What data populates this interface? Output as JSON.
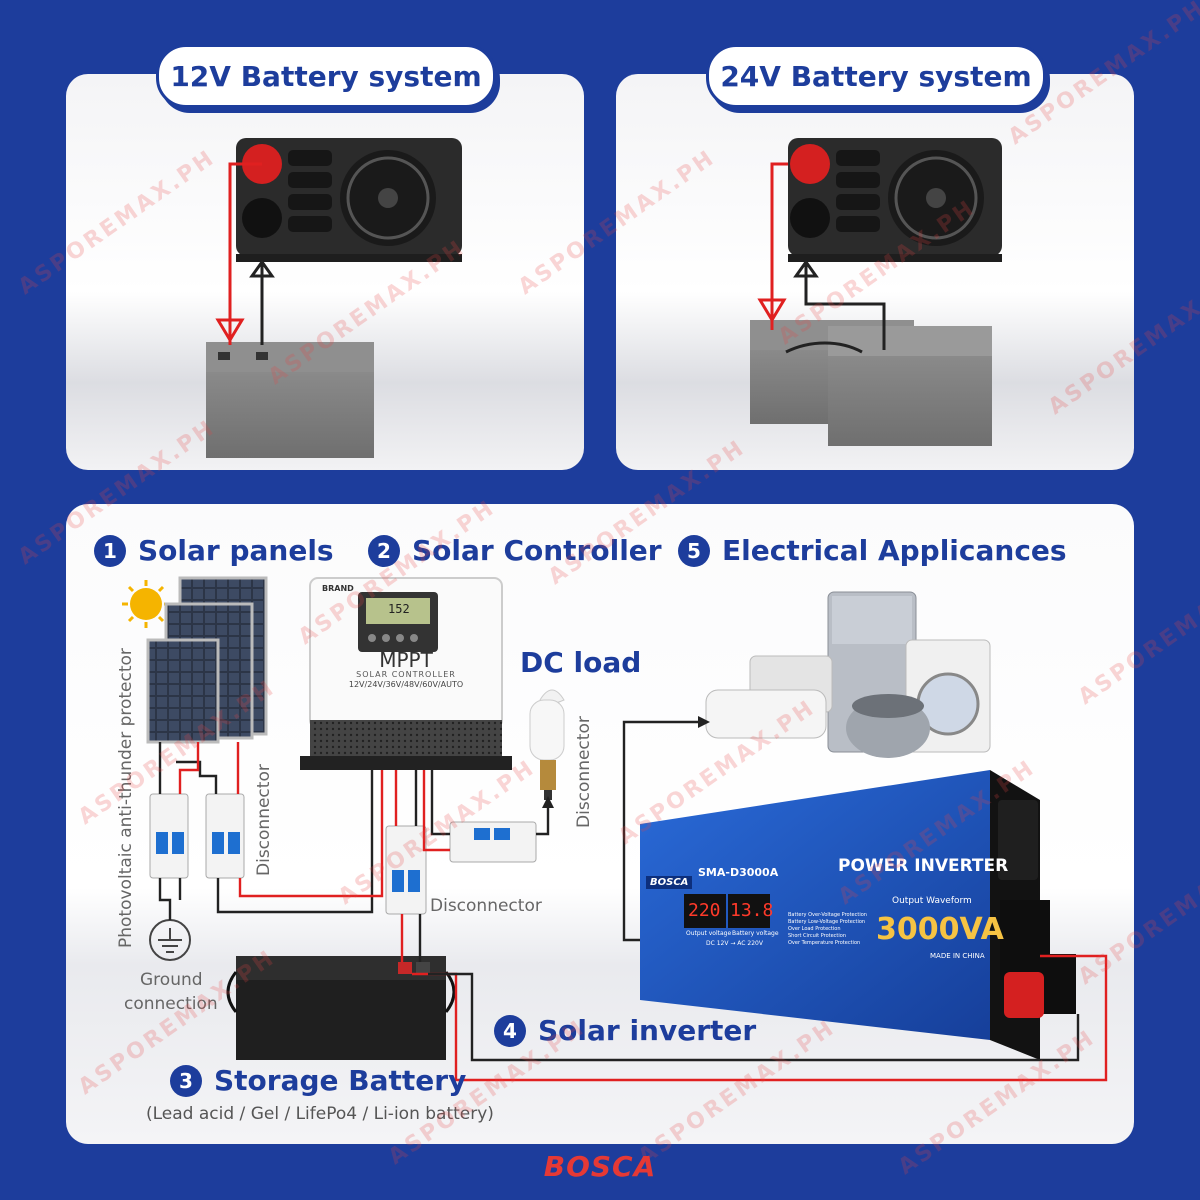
{
  "top": {
    "left_title": "12V Battery system",
    "right_title": "24V Battery system"
  },
  "sections": {
    "solar_panels": {
      "num": "1",
      "label": "Solar panels"
    },
    "solar_controller": {
      "num": "2",
      "label": "Solar Controller"
    },
    "storage_battery": {
      "num": "3",
      "label": "Storage Battery",
      "sub": "(Lead acid / Gel / LifePo4 / Li-ion battery)"
    },
    "solar_inverter": {
      "num": "4",
      "label": "Solar inverter"
    },
    "appliances": {
      "num": "5",
      "label": "Electrical Applicances"
    },
    "dc_load": "DC load"
  },
  "labels": {
    "protector": "Photovoltaic anti-thunder protector",
    "disconnector_v1": "Disconnector",
    "disconnector_v2": "Disconnector",
    "disconnector_h": "Disconnector",
    "ground_1": "Ground",
    "ground_2": "connection"
  },
  "controller": {
    "brand": "BRAND",
    "title": "MPPT",
    "subtitle": "SOLAR CONTROLLER",
    "voltages": "12V/24V/36V/48V/60V/AUTO",
    "screen": "152"
  },
  "inverter": {
    "brand": "BOSCA",
    "model": "SMA-D3000A",
    "title": "POWER INVERTER",
    "waveform": "Output Waveform",
    "power": "3000VA",
    "display_left": "220",
    "display_right": "13.8",
    "display_left_label": "Output voltage",
    "display_right_label": "Battery voltage",
    "dc_ac": "DC 12V → AC 220V",
    "made_in": "MADE IN CHINA",
    "protections": [
      "Battery Over-Voltage Protection",
      "Battery Low-Voltage Protection",
      "Over Load Protection",
      "Short Circuit Protection",
      "Over Temperature Protection"
    ]
  },
  "watermark": "ASPOREMAX.PH",
  "footer": {
    "brand": "BOSCA"
  },
  "colors": {
    "background": "#1d3d9c",
    "accent": "#e53935",
    "text": "#1d3d9c",
    "wire_red": "#e02020",
    "wire_black": "#222222"
  }
}
